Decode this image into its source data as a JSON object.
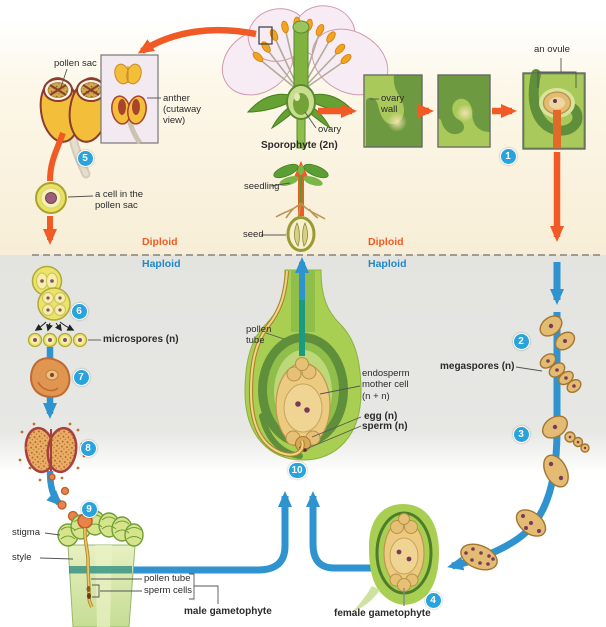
{
  "colors": {
    "diploid_text": "#f15a24",
    "haploid_text": "#2187c8",
    "orange_arrow": "#f15a24",
    "blue_arrow": "#2e93cf",
    "teal_arrow": "#1a9a80",
    "badge_blue": "#29a3dc",
    "cream_band": "#f8eed7",
    "gray_band": "#e3e3e0",
    "box_dark_green": "#6d9a40",
    "box_light_green": "#a9c95a"
  },
  "badges": {
    "b1": "1",
    "b2": "2",
    "b3": "3",
    "b4": "4",
    "b5": "5",
    "b6": "6",
    "b7": "7",
    "b8": "8",
    "b9": "9",
    "b10": "10"
  },
  "labels": {
    "pollen_sac": "pollen sac",
    "anther_l1": "anther",
    "anther_l2": "(cutaway",
    "anther_l3": "view)",
    "cell_sac_l1": "a cell in the",
    "cell_sac_l2": "pollen sac",
    "sporophyte": "Sporophyte (2n)",
    "ovary": "ovary",
    "ovary_wall_l1": "ovary",
    "ovary_wall_l2": "wall",
    "an_ovule": "an ovule",
    "diploid": "Diploid",
    "haploid": "Haploid",
    "seedling": "seedling",
    "seed": "seed",
    "microspores": "microspores (n)",
    "megaspores": "megaspores (n)",
    "pollen_tube_l1": "pollen",
    "pollen_tube_l2": "tube",
    "endosperm_l1": "endosperm",
    "endosperm_l2": "mother cell",
    "endosperm_l3": "(n + n)",
    "egg": "egg (n)",
    "sperm": "sperm (n)",
    "stigma": "stigma",
    "style": "style",
    "pollen_tube2": "pollen tube",
    "sperm_cells": "sperm cells",
    "male_gametophyte": "male gametophyte",
    "female_gametophyte": "female gametophyte"
  }
}
